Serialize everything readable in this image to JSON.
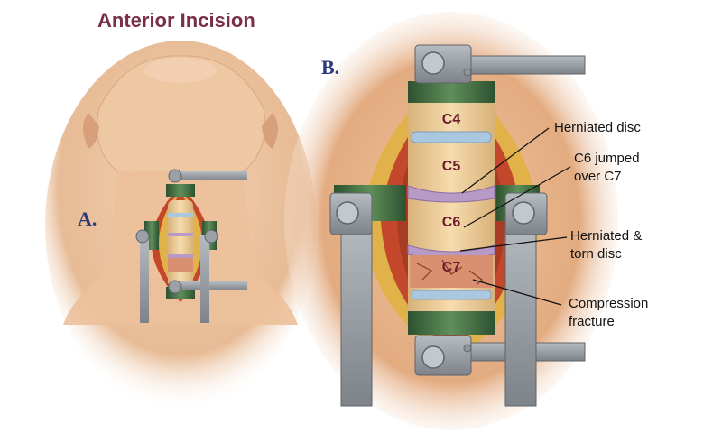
{
  "title": "Anterior Incision",
  "panels": {
    "a": "A.",
    "b": "B."
  },
  "vertebrae": [
    "C4",
    "C5",
    "C6",
    "C7"
  ],
  "callouts": {
    "herniated": "Herniated disc",
    "jumped_1": "C6 jumped",
    "jumped_2": "over C7",
    "torn_1": "Herniated &",
    "torn_2": "torn disc",
    "fracture_1": "Compression",
    "fracture_2": "fracture"
  },
  "colors": {
    "title": "#7a2e4a",
    "panel_letter": "#2b3a7a",
    "skin": "#e8b890",
    "skin_shadow": "#c98f66",
    "retractor": "#8f959b",
    "retractor_dark": "#5e646a",
    "clamp_green": "#3f6a3c",
    "tissue_yellow": "#e2b24a",
    "tissue_red": "#c3472a",
    "bone": "#efcf9a",
    "disc_blue": "#a9c7de",
    "disc_violet": "#b79ac6",
    "fracture": "#d99070",
    "vert_label": "#6d1a2f"
  }
}
